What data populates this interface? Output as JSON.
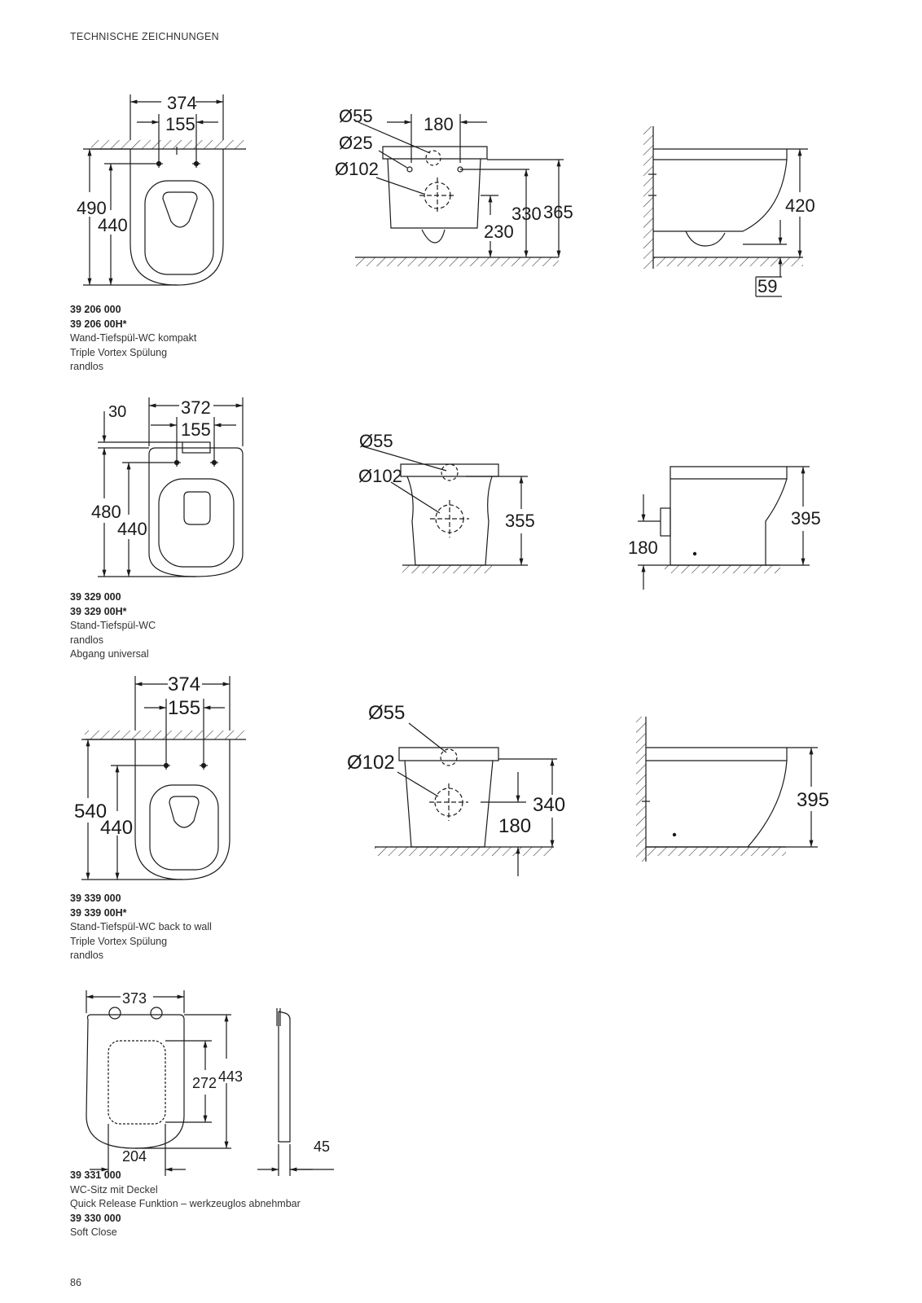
{
  "header": "TECHNISCHE ZEICHNUNGEN",
  "page_number": "86",
  "products": [
    {
      "codes": [
        "39 206 000",
        "39 206 00H*"
      ],
      "lines": [
        "Wand-Tiefspül-WC kompakt",
        "Triple Vortex Spülung",
        "randlos"
      ],
      "dims": {
        "width": "374",
        "fix": "155",
        "d1": "490",
        "d2": "440",
        "dia_a": "Ø55",
        "dia_b": "Ø25",
        "dia_c": "Ø102",
        "h180": "180",
        "h230": "230",
        "h330": "330",
        "h365": "365",
        "side_h": "420",
        "side_gap": "59"
      }
    },
    {
      "codes": [
        "39 329 000",
        "39 329 00H*"
      ],
      "lines": [
        "Stand-Tiefspül-WC",
        "randlos",
        "Abgang universal"
      ],
      "dims": {
        "offset": "30",
        "width": "372",
        "fix": "155",
        "d1": "480",
        "d2": "440",
        "dia_a": "Ø55",
        "dia_b": "Ø102",
        "h355": "355",
        "side_h": "395",
        "side_180": "180"
      }
    },
    {
      "codes": [
        "39 339 000",
        "39 339 00H*"
      ],
      "lines": [
        "Stand-Tiefspül-WC back to wall",
        "Triple Vortex Spülung",
        "randlos"
      ],
      "dims": {
        "width": "374",
        "fix": "155",
        "d1": "540",
        "d2": "440",
        "dia_a": "Ø55",
        "dia_b": "Ø102",
        "h340": "340",
        "h180": "180",
        "side_h": "395"
      }
    },
    {
      "codes": [
        "39 331 000"
      ],
      "lines": [
        "WC-Sitz mit Deckel",
        "Quick Release Funktion – werkzeuglos abnehmbar"
      ],
      "extra_code": "39 330 000",
      "extra_line": "Soft Close",
      "dims": {
        "width": "373",
        "inner": "272",
        "len": "443",
        "bottom": "204",
        "thick": "45"
      }
    }
  ]
}
